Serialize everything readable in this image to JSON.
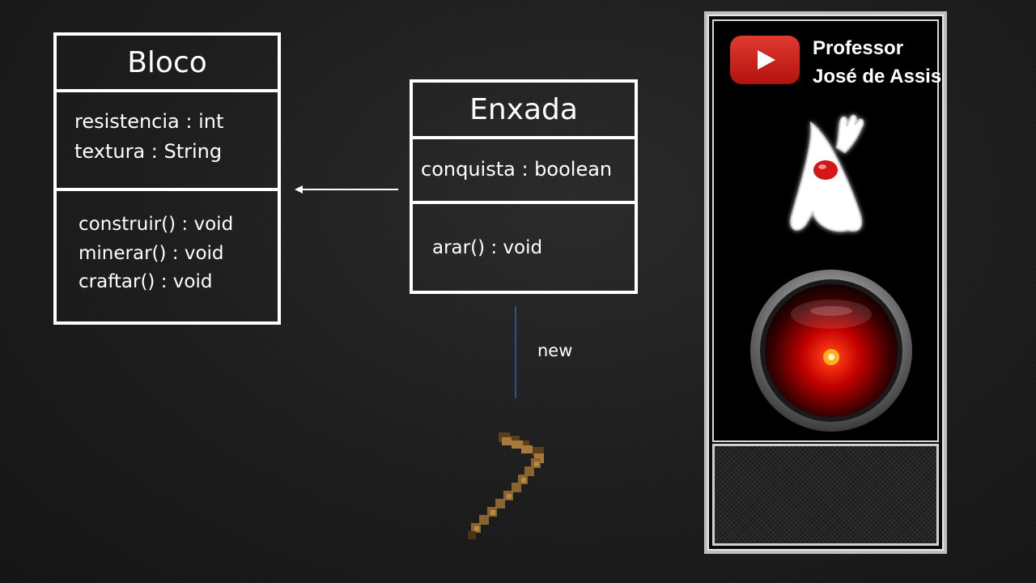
{
  "diagram": {
    "classes": [
      {
        "name": "Bloco",
        "attributes": [
          "resistencia : int",
          "textura : String"
        ],
        "methods": [
          "construir() : void",
          "minerar() : void",
          "craftar() : void"
        ]
      },
      {
        "name": "Enxada",
        "attributes": [
          "conquista : boolean"
        ],
        "methods": [
          "arar() : void"
        ]
      }
    ],
    "relation_label": "new"
  },
  "panel": {
    "channel_line1": "Professor",
    "channel_line2": "José de Assis"
  },
  "colors": {
    "background": "#1c1c1c",
    "box_border": "#ffffff",
    "youtube_red": "#d9261f",
    "eye_red": "#e00000",
    "pickaxe": "#a57a3a"
  }
}
